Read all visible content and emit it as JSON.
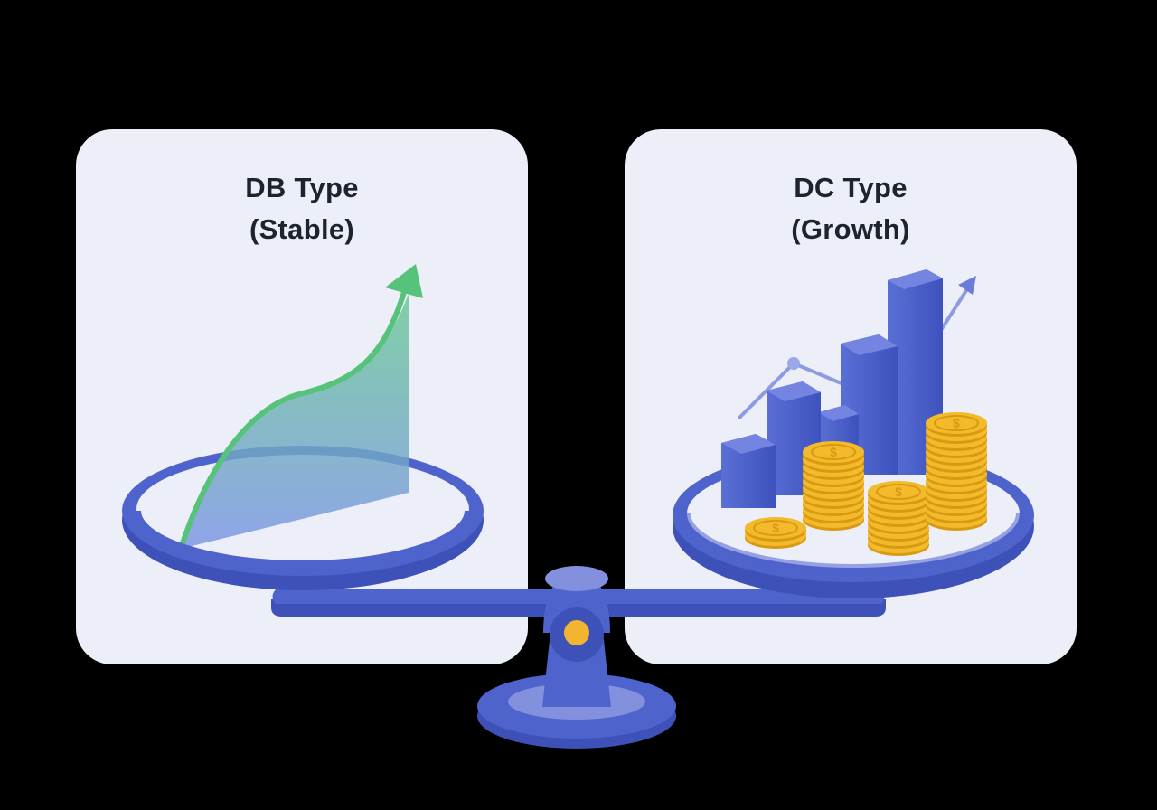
{
  "colors": {
    "background": "#000000",
    "card": "#ECEEF8",
    "title_text": "#1F232E",
    "scale_blue": "#4F63CC",
    "scale_blue_dark": "#3E51B8",
    "scale_blue_light": "#8290DE",
    "growth_green": "#56C27A",
    "coin_gold": "#F3BB2B",
    "coin_gold_dark": "#D99A12",
    "pivot_gold": "#F2B531"
  },
  "cards": {
    "left": {
      "title_line1": "DB Type",
      "title_line2": "(Stable)",
      "illustration": "green-rising-curve-arrow-icon"
    },
    "right": {
      "title_line1": "DC Type",
      "title_line2": "(Growth)",
      "illustration": "bar-chart-coins-icon"
    }
  },
  "scale": {
    "icon": "balance-scale-icon",
    "tilt": "level"
  }
}
